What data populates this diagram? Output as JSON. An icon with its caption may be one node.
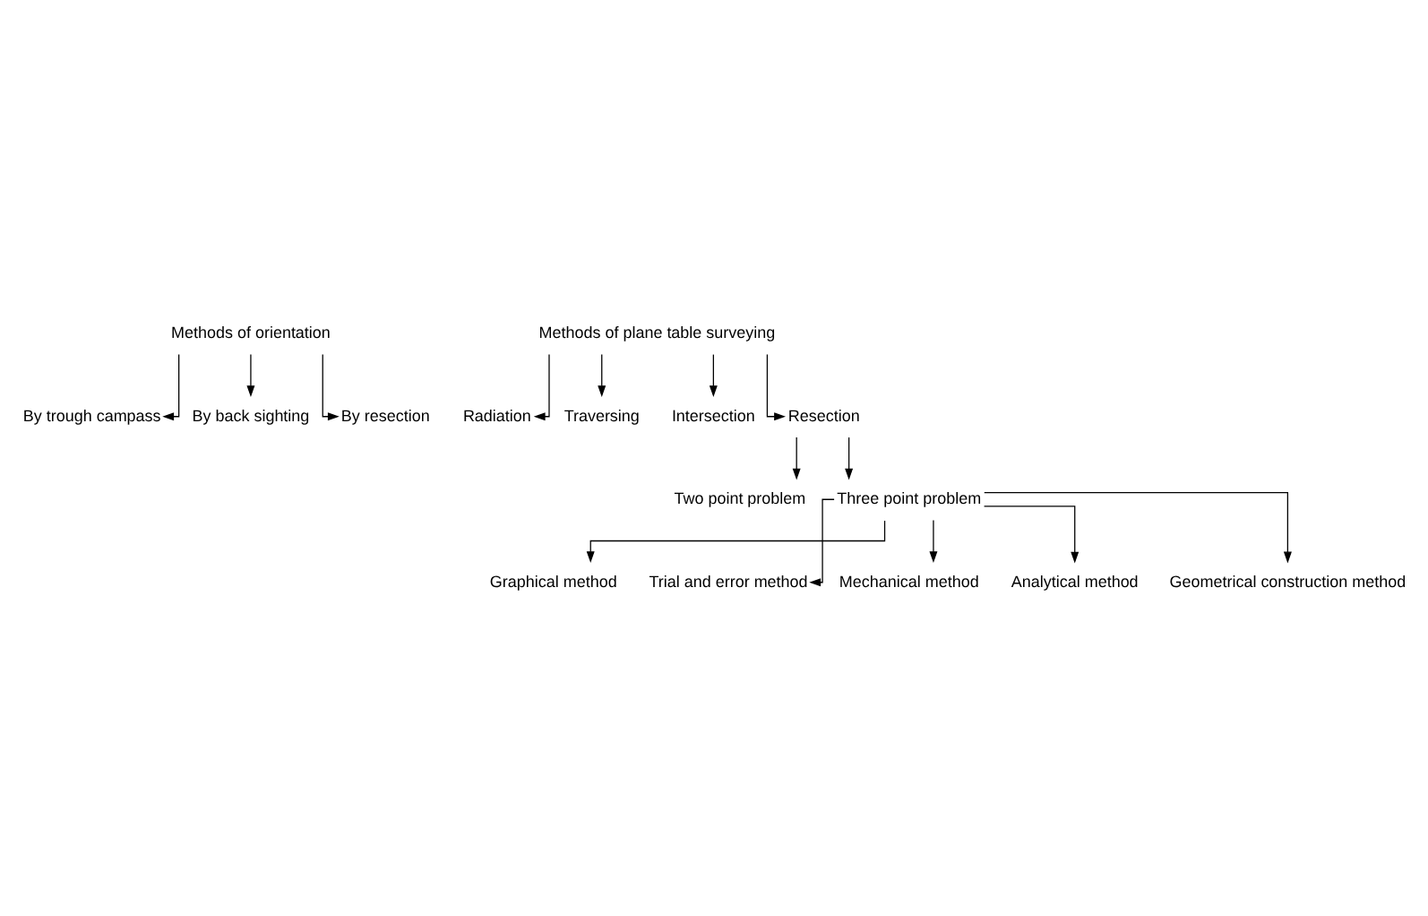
{
  "diagram": {
    "nodes": [
      {
        "text": [
          "Methods of orientation"
        ]
      },
      {
        "text": [
          "By trough campass"
        ]
      },
      {
        "text": [
          "By back sighting"
        ]
      },
      {
        "text": [
          "By resection"
        ]
      },
      {
        "text": [
          "Methods of plane table surveying"
        ]
      },
      {
        "text": [
          "Radiation"
        ]
      },
      {
        "text": [
          "Traversing"
        ]
      },
      {
        "text": [
          "Intersection"
        ]
      },
      {
        "text": [
          "Resection"
        ]
      },
      {
        "text": [
          "Two point problem"
        ]
      },
      {
        "text": [
          "Three point problem"
        ]
      },
      {
        "text": [
          "Graphical method"
        ]
      },
      {
        "text": [
          "Trial and error method"
        ]
      },
      {
        "text": [
          "Mechanical method"
        ]
      },
      {
        "text": [
          "Analytical method"
        ]
      },
      {
        "text": [
          "Geometrical construction method"
        ]
      }
    ],
    "edges": [
      {
        "from": 0,
        "to": 1,
        "arrow": "to"
      },
      {
        "from": 0,
        "to": 2,
        "arrow": "to"
      },
      {
        "from": 0,
        "to": 3,
        "arrow": "to"
      },
      {
        "from": 4,
        "to": 5,
        "arrow": "to"
      },
      {
        "from": 4,
        "to": 6,
        "arrow": "to"
      },
      {
        "from": 4,
        "to": 7,
        "arrow": "to"
      },
      {
        "from": 4,
        "to": 8,
        "arrow": "to"
      },
      {
        "from": 8,
        "to": 9,
        "arrow": "to"
      },
      {
        "from": 8,
        "to": 10,
        "arrow": "to"
      },
      {
        "from": 10,
        "to": 11,
        "arrow": "to"
      },
      {
        "from": 10,
        "to": 12,
        "arrow": "to"
      },
      {
        "from": 10,
        "to": 13,
        "arrow": "to"
      },
      {
        "from": 10,
        "to": 14,
        "arrow": "to"
      },
      {
        "from": 10,
        "to": 15,
        "arrow": "to"
      }
    ]
  }
}
